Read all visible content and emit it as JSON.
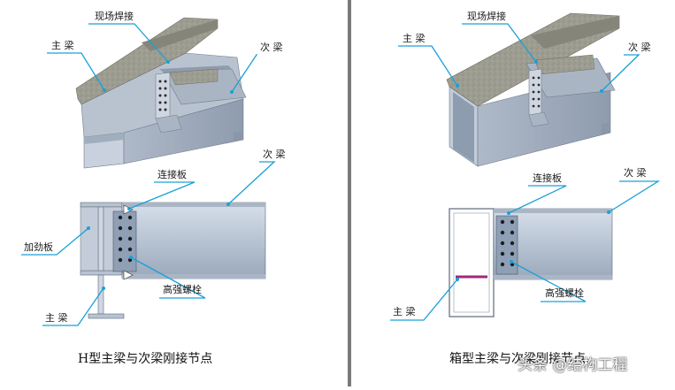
{
  "left_panel": {
    "labels": {
      "site_weld": "现场焊接",
      "main_beam_top": "主 梁",
      "secondary_beam_top": "次 梁",
      "secondary_beam_mid": "次 梁",
      "connection_plate": "连接板",
      "stiffener": "加劲板",
      "high_strength_bolt": "高强螺栓",
      "main_beam_bottom": "主 梁"
    },
    "caption": "H型主梁与次梁刚接节点"
  },
  "right_panel": {
    "labels": {
      "site_weld": "现场焊接",
      "main_beam_top": "主 梁",
      "secondary_beam_top": "次 梁",
      "secondary_beam_mid": "次 梁",
      "connection_plate": "连接板",
      "high_strength_bolt": "高强螺栓",
      "main_beam_bottom": "主 梁"
    },
    "caption": "箱型主梁与次梁刚接节点"
  },
  "watermark": "头条 @结构工程",
  "colors": {
    "leader_line": "#1aa0d8",
    "steel": "#a9b7c9",
    "concrete": "#9d9d92",
    "weld_accent": "#a0287a"
  }
}
